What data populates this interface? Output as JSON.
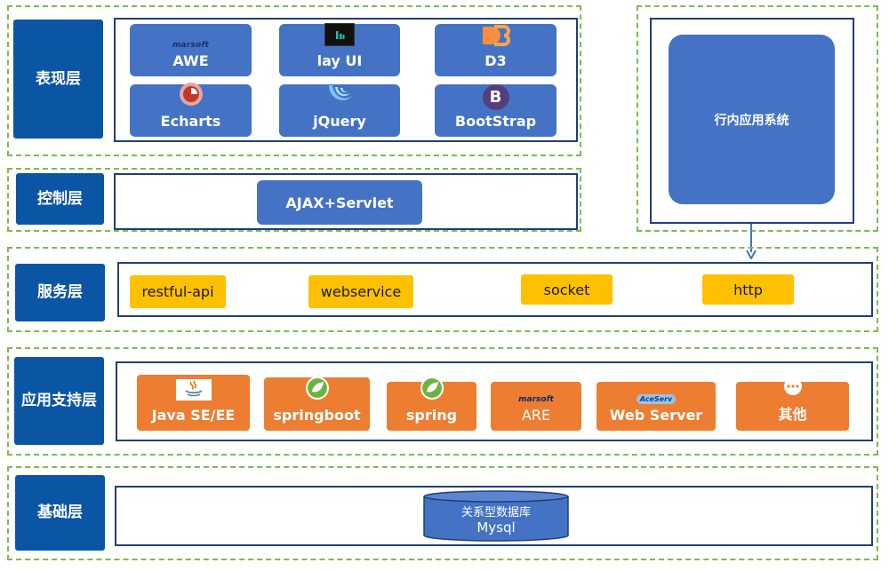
{
  "layers": {
    "presentation": "表现层",
    "control": "控制层",
    "service": "服务层",
    "app_support": "应用支持层",
    "foundation": "基础层"
  },
  "presentation_tiles": {
    "awe": "AWE",
    "layui": "lay UI",
    "d3": "D3",
    "echarts": "Echarts",
    "jquery": "jQuery",
    "bootstrap": "BootStrap"
  },
  "logos": {
    "marsoft": "marsoft",
    "bootstrap_letter": "B",
    "webserver": "AceServ"
  },
  "control_tile": "AJAX+Servlet",
  "internal_system": "行内应用系统",
  "service_tiles": {
    "restful": "restful-api",
    "webservice": "webservice",
    "socket": "socket",
    "http": "http"
  },
  "support_tiles": {
    "java": "Java SE/EE",
    "springboot": "springboot",
    "spring": "spring",
    "are": "ARE",
    "webserver": "Web Server",
    "other": "其他"
  },
  "database": {
    "title": "关系型数据库",
    "name": "Mysql"
  },
  "colors": {
    "layer_label": "#0b55a5",
    "tile_blue": "#4472c4",
    "tile_orange": "#ed7d31",
    "tile_yellow": "#ffc000",
    "dashed_border": "#7dbb4f",
    "panel_border": "#1f3f7a"
  }
}
